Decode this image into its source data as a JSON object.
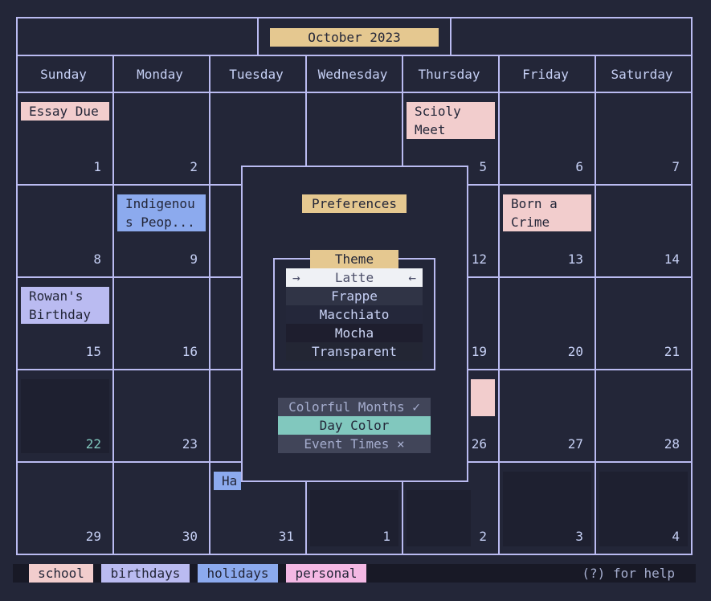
{
  "calendar": {
    "month_title": "October 2023",
    "day_names": [
      "Sunday",
      "Monday",
      "Tuesday",
      "Wednesday",
      "Thursday",
      "Friday",
      "Saturday"
    ],
    "days": {
      "d1": "1",
      "d2": "2",
      "d5": "5",
      "d6": "6",
      "d7": "7",
      "d8": "8",
      "d9": "9",
      "d12": "12",
      "d13": "13",
      "d14": "14",
      "d15": "15",
      "d16": "16",
      "d19": "19",
      "d20": "20",
      "d21": "21",
      "d22": "22",
      "d23": "23",
      "d26": "26",
      "d27": "27",
      "d28": "28",
      "d29": "29",
      "d30": "30",
      "d31": "31",
      "n1": "1",
      "n2": "2",
      "n3": "3",
      "n4": "4"
    },
    "events": {
      "essay_due": "Essay Due",
      "scioly_meet": "Scioly\nMeet",
      "indigenous": "Indigenou\ns Peop...",
      "born_a_crime": "Born a\nCrime",
      "rowans_birthday": "Rowan's\nBirthday",
      "halloween": "Ha"
    }
  },
  "preferences": {
    "title": "Preferences",
    "theme_title": "Theme",
    "themes": [
      "Latte",
      "Frappe",
      "Macchiato",
      "Mocha",
      "Transparent"
    ],
    "selected_theme": "Latte",
    "arrow_right": "→",
    "arrow_left": "←",
    "toggles": {
      "colorful_months": "Colorful Months ✓",
      "day_color": "Day Color",
      "event_times": "Event Times ×"
    }
  },
  "legend": {
    "school": "school",
    "birthdays": "birthdays",
    "holidays": "holidays",
    "personal": "personal",
    "help": "(?) for help"
  },
  "colors": {
    "background": "#232638",
    "grid": "#babbf1",
    "accent": "#e5c890",
    "school": "#f2cdcd",
    "birthdays": "#babbf1",
    "holidays": "#8caaee",
    "personal": "#f4b8e4",
    "today": "#81c8be"
  }
}
